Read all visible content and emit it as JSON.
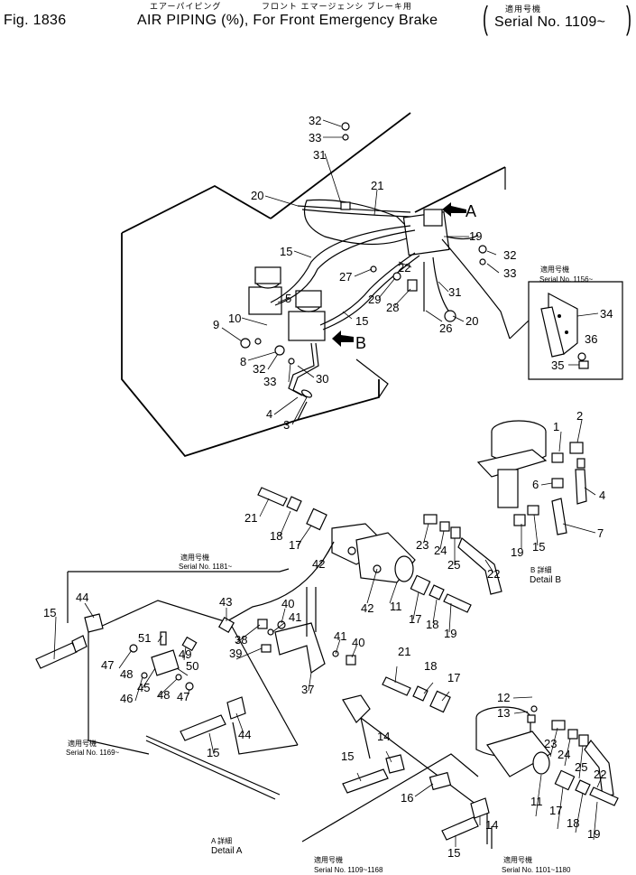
{
  "header": {
    "fig": "Fig. 1836",
    "title": "AIR PIPING (%), For Front Emergency Brake",
    "jp_left": "エアーパイピング",
    "jp_mid": "フロント エマージェンシ ブレーキ用",
    "jp_right": "適用号機",
    "serial": "Serial No. 1109~"
  },
  "labels": {
    "A": "A",
    "B": "B",
    "detail_b": "Detail B",
    "detail_b_jp": "B 詳細",
    "detail_a": "Detail A",
    "detail_a_jp": "A 詳細",
    "applic_jp": "適用号機",
    "s1156": "Serial No. 1156~",
    "s1181": "Serial No. 1181~",
    "s1169": "Serial No. 1169~",
    "s1109_1168": "Serial No. 1109~1168",
    "s1101_1180": "Serial No. 1101~1180"
  },
  "callouts": [
    {
      "id": "c32a",
      "text": "32"
    },
    {
      "id": "c33a",
      "text": "33"
    },
    {
      "id": "c31a",
      "text": "31"
    },
    {
      "id": "c20a",
      "text": "20"
    },
    {
      "id": "c21a",
      "text": "21"
    },
    {
      "id": "c19a",
      "text": "19"
    },
    {
      "id": "c32b",
      "text": "32"
    },
    {
      "id": "c33b",
      "text": "33"
    },
    {
      "id": "c15a",
      "text": "15"
    },
    {
      "id": "c22a",
      "text": "22"
    },
    {
      "id": "c27a",
      "text": "27"
    },
    {
      "id": "c5a",
      "text": "5"
    },
    {
      "id": "c31b",
      "text": "31"
    },
    {
      "id": "c29a",
      "text": "29"
    },
    {
      "id": "c28a",
      "text": "28"
    },
    {
      "id": "c20b",
      "text": "20"
    },
    {
      "id": "c26a",
      "text": "26"
    },
    {
      "id": "c34a",
      "text": "34"
    },
    {
      "id": "c36a",
      "text": "36"
    },
    {
      "id": "c35a",
      "text": "35"
    },
    {
      "id": "c9a",
      "text": "9"
    },
    {
      "id": "c10a",
      "text": "10"
    },
    {
      "id": "c15b",
      "text": "15"
    },
    {
      "id": "c8a",
      "text": "8"
    },
    {
      "id": "c32c",
      "text": "32"
    },
    {
      "id": "c30a",
      "text": "30"
    },
    {
      "id": "c33c",
      "text": "33"
    },
    {
      "id": "c4a",
      "text": "4"
    },
    {
      "id": "c3a",
      "text": "3"
    },
    {
      "id": "c1a",
      "text": "1"
    },
    {
      "id": "c2a",
      "text": "2"
    },
    {
      "id": "c6a",
      "text": "6"
    },
    {
      "id": "c4b",
      "text": "4"
    },
    {
      "id": "c7a",
      "text": "7"
    },
    {
      "id": "c19b",
      "text": "19"
    },
    {
      "id": "c15c",
      "text": "15"
    },
    {
      "id": "c21b",
      "text": "21"
    },
    {
      "id": "c18a",
      "text": "18"
    },
    {
      "id": "c17a",
      "text": "17"
    },
    {
      "id": "c23a",
      "text": "23"
    },
    {
      "id": "c24a",
      "text": "24"
    },
    {
      "id": "c25a",
      "text": "25"
    },
    {
      "id": "c22b",
      "text": "22"
    },
    {
      "id": "c42a",
      "text": "42"
    },
    {
      "id": "c42b",
      "text": "42"
    },
    {
      "id": "c11a",
      "text": "11"
    },
    {
      "id": "c17b",
      "text": "17"
    },
    {
      "id": "c18b",
      "text": "18"
    },
    {
      "id": "c19c",
      "text": "19"
    },
    {
      "id": "c15d",
      "text": "15"
    },
    {
      "id": "c44a",
      "text": "44"
    },
    {
      "id": "c43a",
      "text": "43"
    },
    {
      "id": "c40a",
      "text": "40"
    },
    {
      "id": "c41a",
      "text": "41"
    },
    {
      "id": "c38a",
      "text": "38"
    },
    {
      "id": "c39a",
      "text": "39"
    },
    {
      "id": "c51a",
      "text": "51"
    },
    {
      "id": "c49a",
      "text": "49"
    },
    {
      "id": "c50a",
      "text": "50"
    },
    {
      "id": "c47a",
      "text": "47"
    },
    {
      "id": "c45a",
      "text": "45"
    },
    {
      "id": "c48a",
      "text": "48"
    },
    {
      "id": "c46a",
      "text": "46"
    },
    {
      "id": "c48b",
      "text": "48"
    },
    {
      "id": "c47b",
      "text": "47"
    },
    {
      "id": "c41b",
      "text": "41"
    },
    {
      "id": "c40b",
      "text": "40"
    },
    {
      "id": "c37a",
      "text": "37"
    },
    {
      "id": "c15e",
      "text": "15"
    },
    {
      "id": "c44b",
      "text": "44"
    },
    {
      "id": "c21c",
      "text": "21"
    },
    {
      "id": "c18c",
      "text": "18"
    },
    {
      "id": "c17c",
      "text": "17"
    },
    {
      "id": "c12a",
      "text": "12"
    },
    {
      "id": "c13a",
      "text": "13"
    },
    {
      "id": "c23b",
      "text": "23"
    },
    {
      "id": "c24b",
      "text": "24"
    },
    {
      "id": "c25b",
      "text": "25"
    },
    {
      "id": "c22c",
      "text": "22"
    },
    {
      "id": "c14a",
      "text": "14"
    },
    {
      "id": "c15f",
      "text": "15"
    },
    {
      "id": "c16a",
      "text": "16"
    },
    {
      "id": "c11b",
      "text": "11"
    },
    {
      "id": "c17d",
      "text": "17"
    },
    {
      "id": "c18d",
      "text": "18"
    },
    {
      "id": "c19d",
      "text": "19"
    },
    {
      "id": "c14b",
      "text": "14"
    },
    {
      "id": "c15g",
      "text": "15"
    }
  ]
}
